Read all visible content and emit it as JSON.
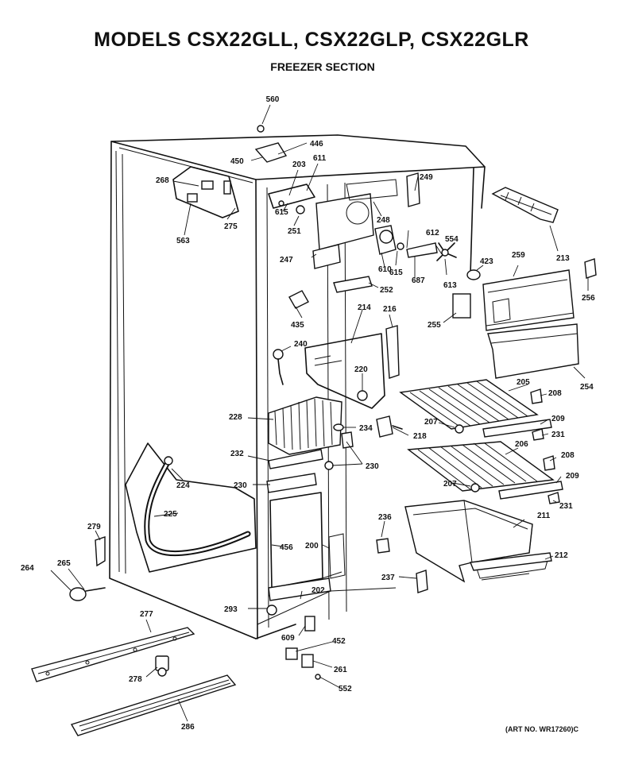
{
  "title": "MODELS CSX22GLL, CSX22GLP, CSX22GLR",
  "subtitle": "FREEZER SECTION",
  "art_number": "(ART NO. WR17260)C",
  "part_labels": [
    "560",
    "446",
    "450",
    "268",
    "203",
    "611",
    "249",
    "615",
    "251",
    "275",
    "563",
    "248",
    "612",
    "554",
    "423",
    "259",
    "213",
    "247",
    "610",
    "615",
    "687",
    "613",
    "256",
    "252",
    "435",
    "255",
    "214",
    "216",
    "240",
    "220",
    "205",
    "208",
    "254",
    "228",
    "207",
    "209",
    "234",
    "218",
    "231",
    "232",
    "230",
    "206",
    "208",
    "224",
    "230",
    "207",
    "209",
    "231",
    "225",
    "279",
    "236",
    "211",
    "456",
    "200",
    "212",
    "264",
    "265",
    "237",
    "202",
    "293",
    "277",
    "609",
    "452",
    "278",
    "261",
    "552",
    "286"
  ]
}
